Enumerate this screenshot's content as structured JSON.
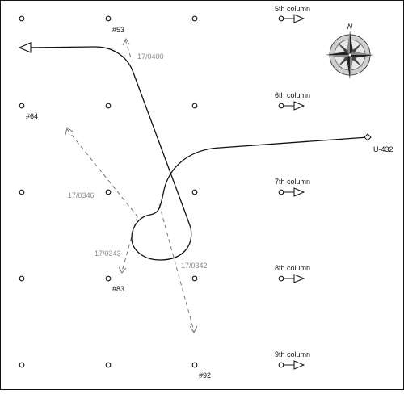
{
  "point_labels": {
    "p53": "#53",
    "p64": "#64",
    "p83": "#83",
    "p92": "#92"
  },
  "column_labels": [
    "5th column",
    "6th column",
    "7th column",
    "8th column",
    "9th column"
  ],
  "track_labels": {
    "t0400": "17/0400",
    "t0346": "17/0346",
    "t0343": "17/0343",
    "t0342": "17/0342"
  },
  "vessel_id": "U-432",
  "compass_letter": "N",
  "colors": {
    "track": "#111111",
    "dashed_track": "#777777",
    "dashed_label": "#888888",
    "background": "#ffffff"
  },
  "icons": [
    "compass-rose-icon",
    "arrow-right-icon",
    "arrow-left-icon",
    "diamond-marker-icon"
  ]
}
